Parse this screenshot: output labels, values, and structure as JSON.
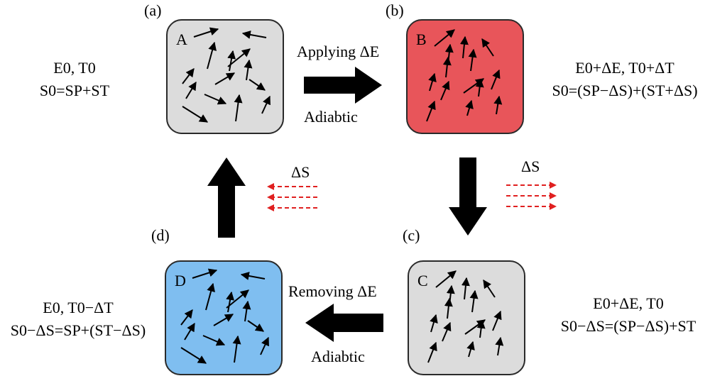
{
  "panels": {
    "a": {
      "label": "(a)",
      "box_letter": "A",
      "fill": "#dcdcdc"
    },
    "b": {
      "label": "(b)",
      "box_letter": "B",
      "fill": "#e8555a"
    },
    "c": {
      "label": "(c)",
      "box_letter": "C",
      "fill": "#dcdcdc"
    },
    "d": {
      "label": "(d)",
      "box_letter": "D",
      "fill": "#7fbef0"
    }
  },
  "transitions": {
    "ab_top": "Applying ΔE",
    "ab_bottom": "Adiabtic",
    "cd_top": "Removing ΔE",
    "cd_bottom": "Adiabtic",
    "entropy_right": "ΔS",
    "entropy_left": "ΔS"
  },
  "states": {
    "a_line1": "E0, T0",
    "a_line2": "S0=SP+ST",
    "b_line1": "E0+ΔE, T0+ΔT",
    "b_line2": "S0=(SP−ΔS)+(ST+ΔS)",
    "c_line1": "E0+ΔE, T0",
    "c_line2": "S0−ΔS=(SP−ΔS)+ST",
    "d_line1": "E0, T0−ΔT",
    "d_line2": "S0−ΔS=SP+(ST−ΔS)"
  },
  "colors": {
    "arrow": "#000000",
    "heat_arrow": "#e02020",
    "box_border": "#2a2a2a"
  }
}
